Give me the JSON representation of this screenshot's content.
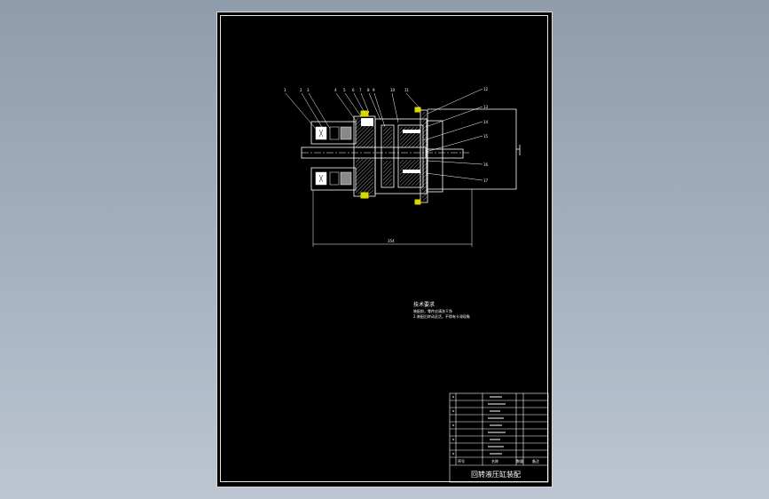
{
  "drawing": {
    "callouts_top": [
      "1",
      "2",
      "3",
      "4",
      "5",
      "6",
      "7",
      "8",
      "9",
      "10",
      "11"
    ],
    "callouts_right": [
      "12",
      "13",
      "14",
      "15",
      "16",
      "17"
    ],
    "overall_dimension": "354",
    "notes_title": "技术要求",
    "notes_line1": "装配前，零件应清洗干净",
    "notes_line2": "2.装配后转动灵活，不得有卡滞现象"
  },
  "title_block": {
    "drawing_title": "回转液压缸装配",
    "header_no": "序号",
    "header_name": "名称",
    "header_qty": "数量",
    "header_note": "备注"
  },
  "colors": {
    "background": "#000000",
    "line": "#ffffff",
    "accent": "#d8d800",
    "app_background": "#9aa7b6"
  }
}
